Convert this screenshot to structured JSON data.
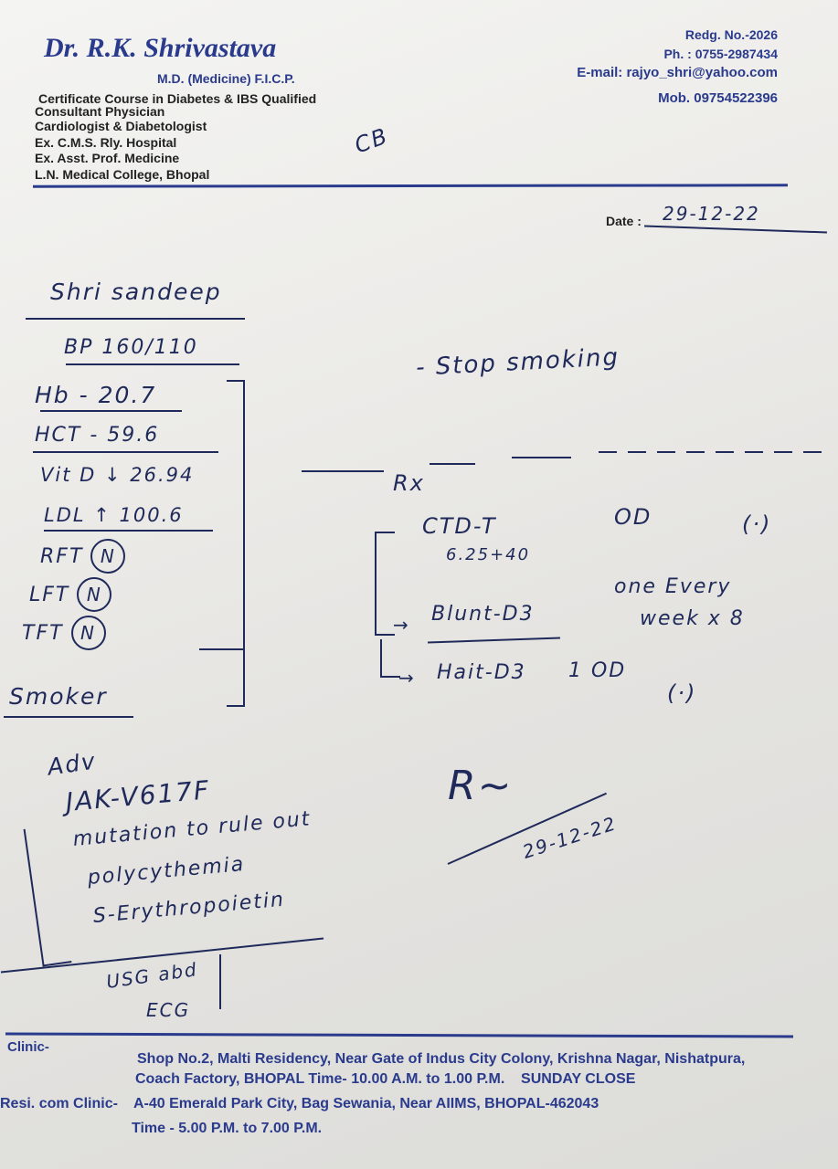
{
  "letterhead": {
    "doctor_name": "Dr. R.K. Shrivastava",
    "degree": "M.D. (Medicine) F.I.C.P.",
    "qualifications": [
      "Certificate Course in Diabetes & IBS Qualified",
      "Consultant Physician",
      "Cardiologist & Diabetologist",
      "Ex. C.M.S. Rly. Hospital",
      "Ex. Asst. Prof. Medicine",
      "L.N. Medical College, Bhopal"
    ],
    "regd_no": "Redg. No.-2026",
    "phone": "Ph. : 0755-2987434",
    "email": "E-mail: rajyo_shri@yahoo.com",
    "mobile": "Mob. 09754522396",
    "date_label": "Date :",
    "date_value": "29-12-22"
  },
  "patient": {
    "name": "Shri sandeep",
    "bp": "BP 160/110",
    "findings": [
      "Hb - 20.7",
      "HCT - 59.6",
      "Vit D ↓ 26.94",
      "LDL ↑ 100.6"
    ],
    "normal_tests": [
      "RFT",
      "LFT",
      "TFT"
    ],
    "normal_mark": "N",
    "habit": "Smoker"
  },
  "advice": {
    "label": "Adv",
    "lines": [
      "JAK-V617F",
      "mutation to rule out",
      "polycythemia",
      "S-Erythropoietin",
      "USG abd",
      "ECG"
    ],
    "stop": "- Stop smoking"
  },
  "prescription": {
    "rx": "Rx",
    "items": [
      {
        "name": "CTD-T",
        "dose": "OD",
        "sub": "6.25+40",
        "mark": "(·)"
      },
      {
        "name": "Blunt-D3",
        "dose": "one Every",
        "sub": "week x 8"
      },
      {
        "name": "Hait-D3",
        "dose": "1 OD",
        "mark": "(·)"
      }
    ],
    "sign_date": "29-12-22"
  },
  "footer": {
    "clinic_label": "Clinic-",
    "clinic_line1": "Shop No.2, Malti Residency, Near Gate of Indus City Colony, Krishna Nagar, Nishatpura,",
    "clinic_line2": "Coach Factory, BHOPAL Time- 10.00 A.M. to 1.00 P.M.    SUNDAY CLOSE",
    "resi_label": "Resi. com Clinic-",
    "resi_line1": "A-40 Emerald Park City, Bag Sewania, Near AIIMS, BHOPAL-462043",
    "resi_line2": "Time - 5.00 P.M. to 7.00 P.M."
  }
}
